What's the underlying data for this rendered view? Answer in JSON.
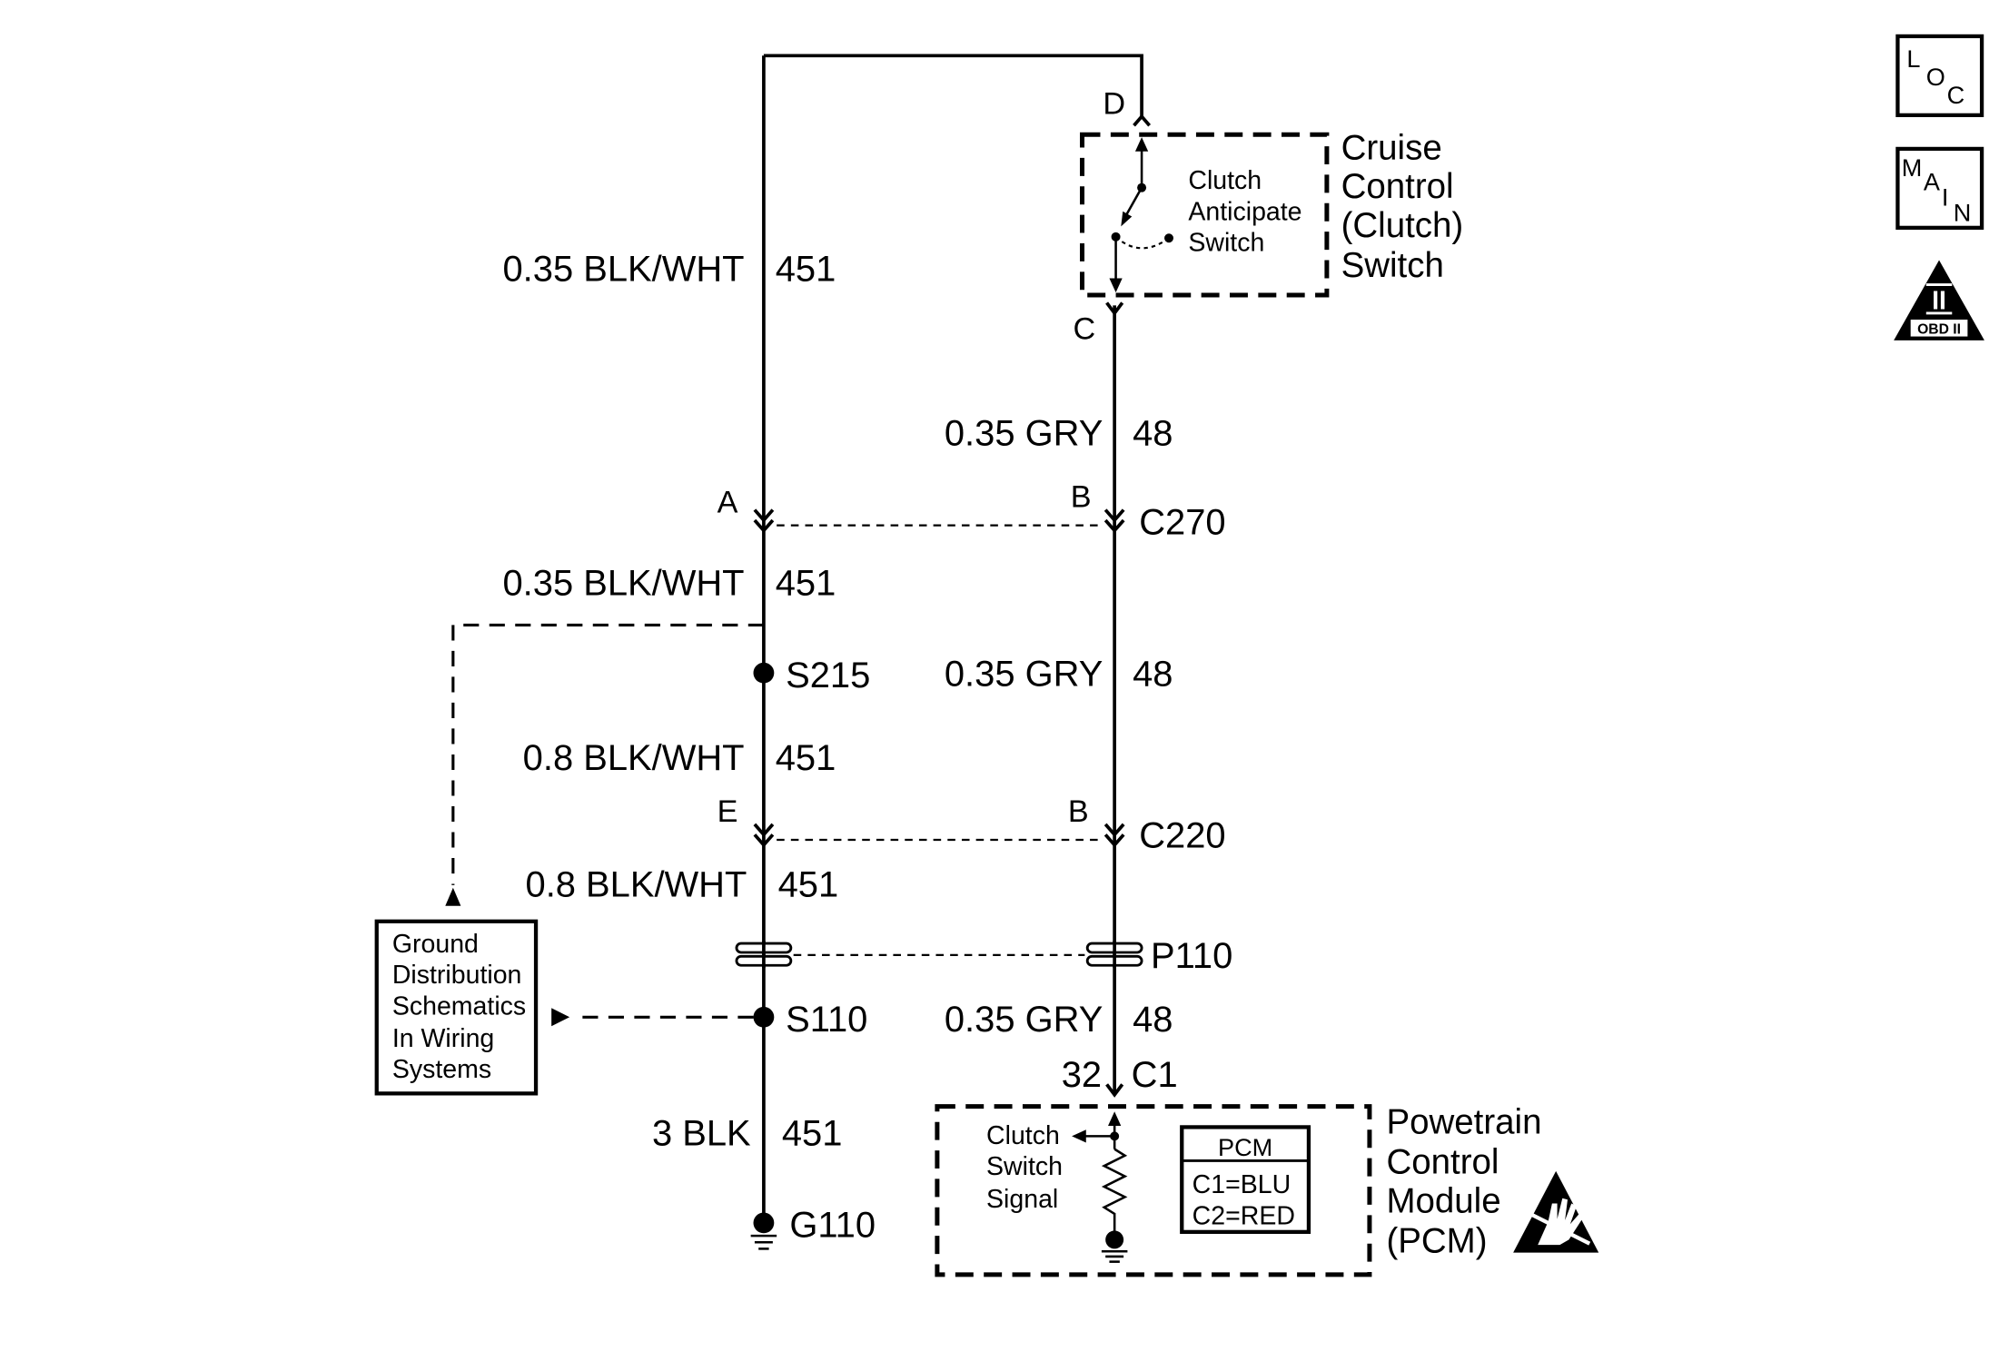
{
  "reference_icons": {
    "location": {
      "letters": [
        "L",
        "O",
        "C"
      ]
    },
    "main": {
      "letters": [
        "M",
        "A",
        "I",
        "N"
      ]
    },
    "obd": {
      "numeral": "II",
      "caption": "OBD II"
    }
  },
  "cruise_switch": {
    "name_lines": [
      "Cruise",
      "Control",
      "(Clutch)",
      "Switch"
    ],
    "internal_lines": [
      "Clutch",
      "Anticipate",
      "Switch"
    ],
    "terminal_in": "D",
    "terminal_out": "C"
  },
  "circuits": {
    "ground_circuit": {
      "segments": [
        {
          "wire": "0.35 BLK/WHT",
          "circuit": "451"
        },
        {
          "wire": "0.35 BLK/WHT",
          "circuit": "451"
        },
        {
          "wire": "0.8 BLK/WHT",
          "circuit": "451"
        },
        {
          "wire": "0.8 BLK/WHT",
          "circuit": "451"
        },
        {
          "wire": "3 BLK",
          "circuit": "451"
        }
      ]
    },
    "signal_circuit": {
      "segments": [
        {
          "wire": "0.35 GRY",
          "circuit": "48"
        },
        {
          "wire": "0.35 GRY",
          "circuit": "48"
        },
        {
          "wire": "0.35 GRY",
          "circuit": "48"
        }
      ]
    }
  },
  "connectors": {
    "c270": {
      "name": "C270",
      "left_pin": "A",
      "right_pin": "B"
    },
    "c220": {
      "name": "C220",
      "left_pin": "E",
      "right_pin": "B"
    },
    "p110": {
      "name": "P110"
    },
    "pcm_c1": {
      "name": "C1",
      "pin": "32"
    }
  },
  "splices": {
    "s215": "S215",
    "s110": "S110"
  },
  "grounds": {
    "g110": "G110"
  },
  "ground_reference": {
    "lines": [
      "Ground",
      "Distribution",
      "Schematics",
      "In Wiring",
      "Systems"
    ]
  },
  "pcm": {
    "name_lines": [
      "Powetrain",
      "Control",
      "Module",
      "(PCM)"
    ],
    "signal_lines": [
      "Clutch",
      "Switch",
      "Signal"
    ],
    "legend": {
      "title": "PCM",
      "rows": [
        "C1=BLU",
        "C2=RED"
      ]
    }
  }
}
